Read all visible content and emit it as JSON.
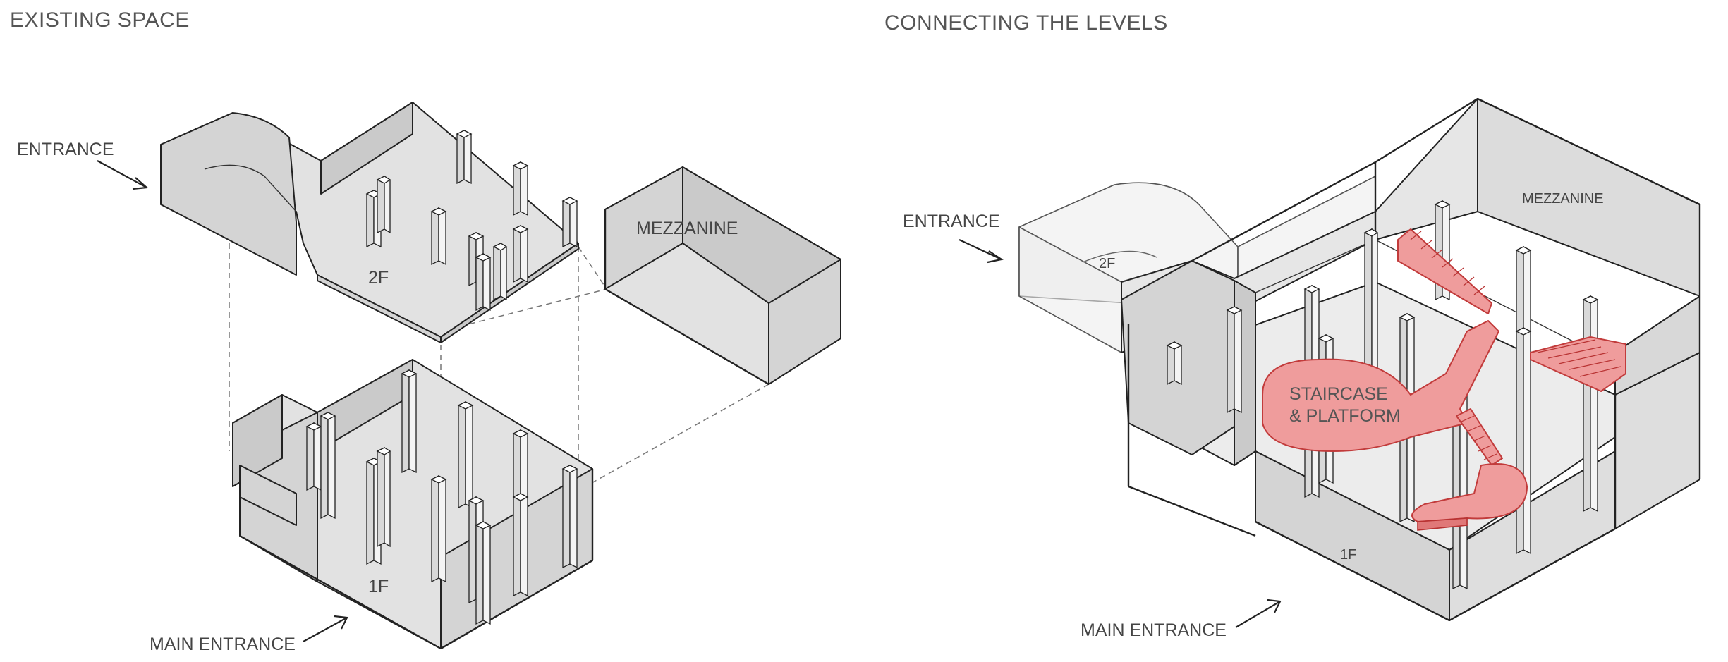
{
  "titles": {
    "left": "EXISTING SPACE",
    "right": "CONNECTING THE LEVELS"
  },
  "labels": {
    "entrance_left": "ENTRANCE",
    "floor_2f_left": "2F",
    "mezzanine_left": "MEZZANINE",
    "floor_1f_left": "1F",
    "main_entrance_left": "MAIN ENTRANCE",
    "entrance_right": "ENTRANCE",
    "floor_2f_right": "2F",
    "mezzanine_right": "MEZZANINE",
    "staircase_line1": "STAIRCASE",
    "staircase_line2": "& PLATFORM",
    "floor_1f_right": "1F",
    "main_entrance_right": "MAIN ENTRANCE"
  },
  "colors": {
    "accent_red": "#ef9c9c",
    "wall_grey": "#d4d4d4",
    "floor_grey": "#e2e2e2"
  }
}
